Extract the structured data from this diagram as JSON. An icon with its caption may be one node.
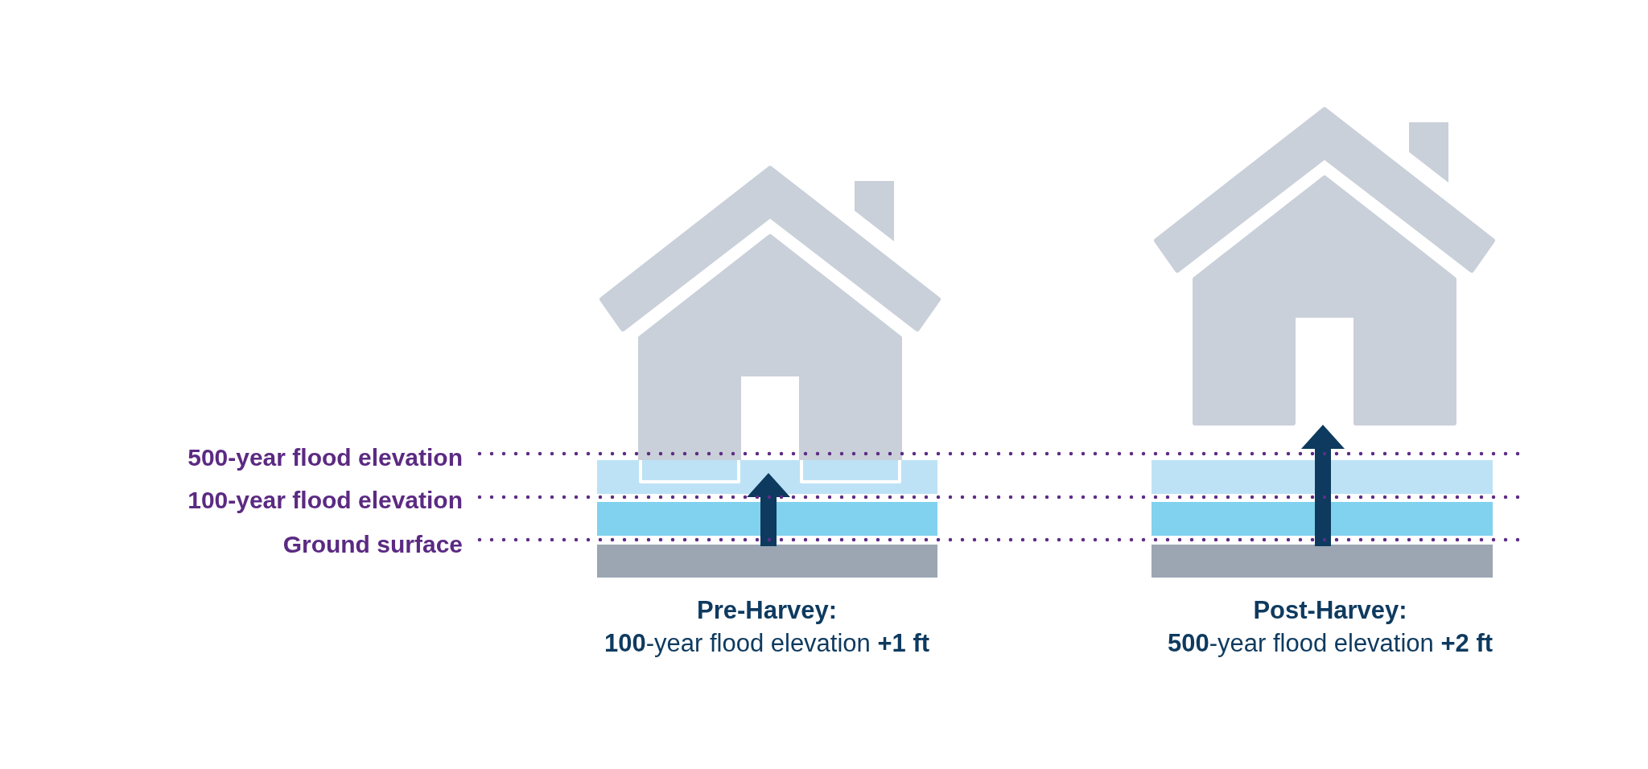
{
  "diagram": {
    "labels": [
      "500-year flood elevation",
      "100-year flood elevation",
      "Ground surface",
      "Pre-Harvey:",
      "**100**-year flood elevation **+1 ft**",
      "Post-Harvey:",
      "**500**-year flood elevation **+2 ft**"
    ]
  }
}
